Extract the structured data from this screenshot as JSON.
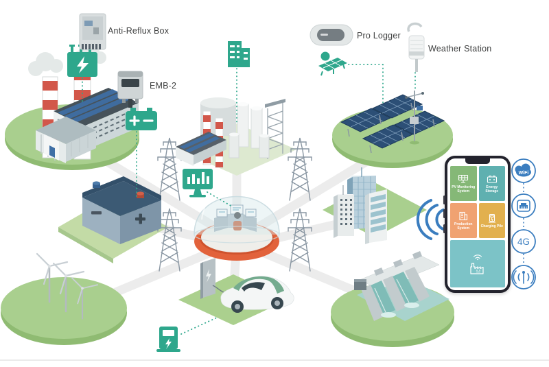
{
  "colors": {
    "teal_accent": "#2EA78C",
    "blue_accent": "#3A7DBF",
    "platform_green": "#A9CF8E",
    "ring_orange": "#E2623B"
  },
  "labels": {
    "anti_reflux_box": "Anti-Reflux Box",
    "emb2": "EMB-2",
    "pro_logger": "Pro Logger",
    "weather_station": "Weather Station"
  },
  "phone": {
    "apps": [
      {
        "label": "PV Monitoring System",
        "icon": "solar-panel-icon"
      },
      {
        "label": "Energy Storage",
        "icon": "battery-icon"
      },
      {
        "label": "Production System",
        "icon": "building-icon"
      },
      {
        "label": "Charging Pile",
        "icon": "ev-charger-icon"
      }
    ],
    "footer_icons": [
      "wifi-icon",
      "factory-icon"
    ]
  },
  "connectivity": [
    {
      "name": "wifi-cloud-icon",
      "label": "WiFi"
    },
    {
      "name": "ethernet-port-icon",
      "label": ""
    },
    {
      "name": "cellular-4g",
      "label": "4G"
    },
    {
      "name": "antenna-icon",
      "label": ""
    }
  ],
  "scene": {
    "nodes": [
      "coal-power-plant",
      "industrial-plant",
      "solar-farm",
      "battery-storage",
      "control-center-dome",
      "office-buildings",
      "wind-farm",
      "ev-charging-station",
      "hydroelectric-dam",
      "transmission-pylon"
    ],
    "accessory_icons": [
      "transformer-icon",
      "battery-plus-minus-icon",
      "building-icon",
      "monitoring-screen-icon",
      "solar-panel-sun-icon",
      "ev-charger-icon",
      "signal-waves-icon"
    ]
  }
}
